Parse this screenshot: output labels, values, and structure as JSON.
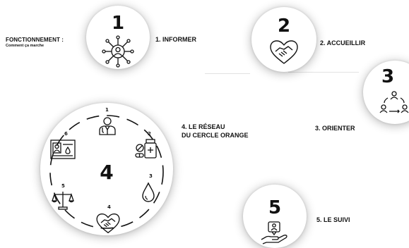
{
  "heading": {
    "title": "FONCTIONNEMENT :",
    "subtitle": "Comment ça marche"
  },
  "steps": [
    {
      "number": "1",
      "label": "1. INFORMER",
      "icon": "network-person-icon"
    },
    {
      "number": "2",
      "label": "2. ACCUEILLIR",
      "icon": "heart-handshake-icon"
    },
    {
      "number": "3",
      "label": "3. ORIENTER",
      "icon": "group-cycle-icon"
    },
    {
      "number": "4",
      "label_line1": "4. LE RÉSEAU",
      "label_line2": "DU CERCLE ORANGE",
      "icon": "network-wheel"
    },
    {
      "number": "5",
      "label": "5. LE SUIVI",
      "icon": "hand-person-icon"
    }
  ],
  "network": {
    "center_number": "4",
    "items": [
      {
        "number": "1",
        "icon": "doctor-icon"
      },
      {
        "number": "2",
        "icon": "medication-icon"
      },
      {
        "number": "3",
        "icon": "drop-icon"
      },
      {
        "number": "4",
        "icon": "heart-handshake-icon"
      },
      {
        "number": "5",
        "icon": "scales-icon"
      },
      {
        "number": "6",
        "icon": "id-card-icon"
      }
    ]
  },
  "colors": {
    "text": "#111111",
    "circle_bg": "#ffffff",
    "shadow": "rgba(0,0,0,0.30)"
  }
}
